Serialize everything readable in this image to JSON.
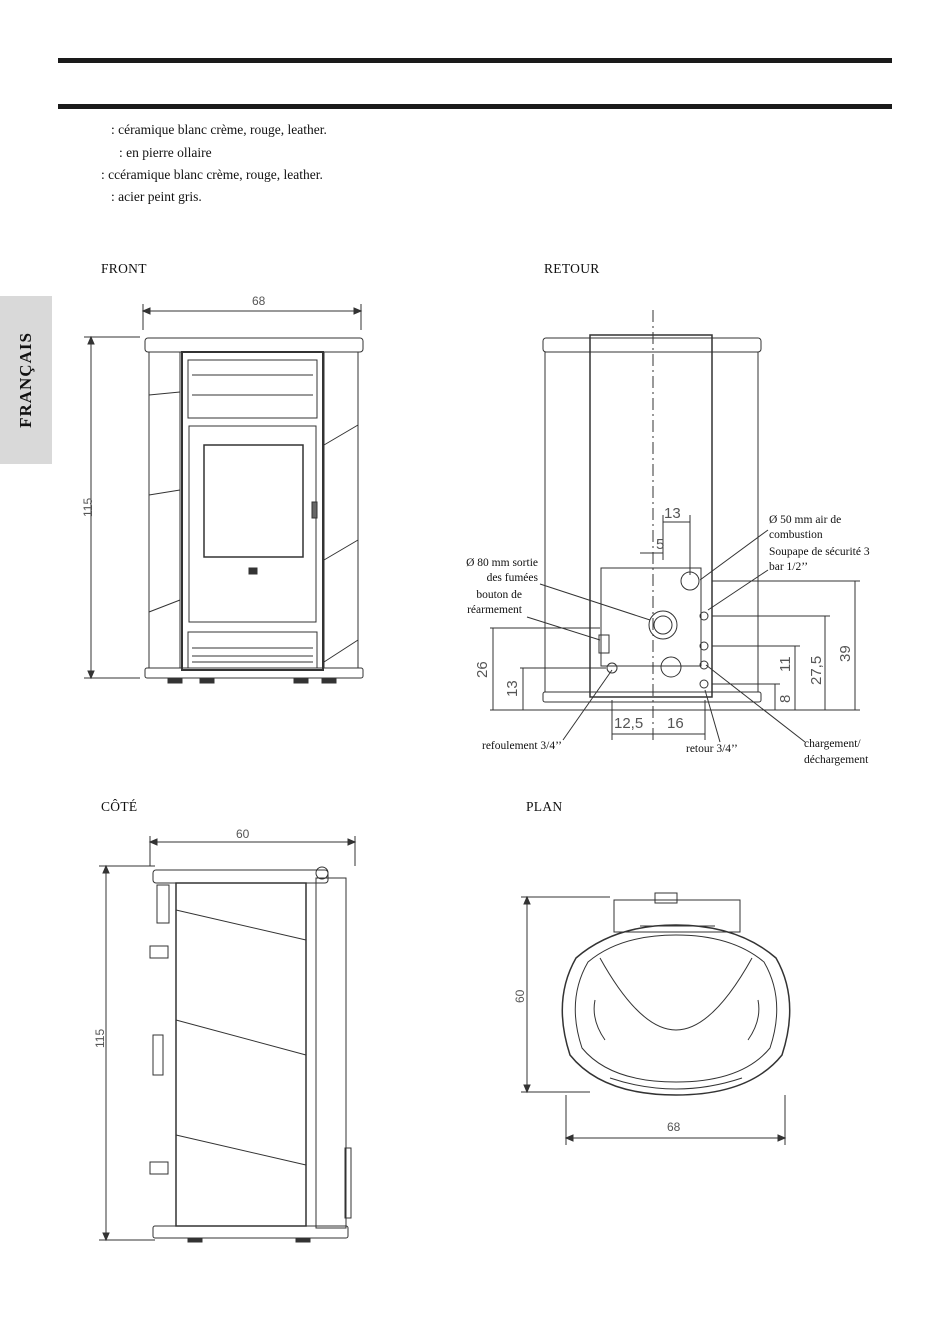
{
  "specs": [
    ": céramique blanc crème, rouge, leather.",
    ": en pierre ollaire",
    ": ccéramique blanc crème, rouge, leather.",
    ": acier peint gris."
  ],
  "sidebar": {
    "language": "FRANÇAIS"
  },
  "front": {
    "title": "FRONT",
    "width": "68",
    "height": "115"
  },
  "retour": {
    "title": "RETOUR",
    "dims": {
      "d13top": "13",
      "d5": "5",
      "d26": "26",
      "d13left": "13",
      "d11": "11",
      "d8": "8",
      "d275": "27,5",
      "d39": "39",
      "d125": "12,5",
      "d16": "16"
    },
    "labels": {
      "air_line1": "Ø 50 mm air de",
      "air_line2": "combustion",
      "valve_line1": "Soupape de sécurité 3",
      "valve_line2": "bar 1/2’’",
      "fumes_line1": "Ø 80 mm sortie",
      "fumes_line2": "des fumées",
      "reset_line1": "bouton de",
      "reset_line2": "réarmement",
      "refoulement": "refoulement 3/4’’",
      "retour_pipe": "retour 3/4’’",
      "charge_line1": "chargement/",
      "charge_line2": "déchargement"
    }
  },
  "cote": {
    "title": "CÔTÉ",
    "width": "60",
    "height": "115"
  },
  "plan": {
    "title": "PLAN",
    "depth": "60",
    "width": "68"
  }
}
